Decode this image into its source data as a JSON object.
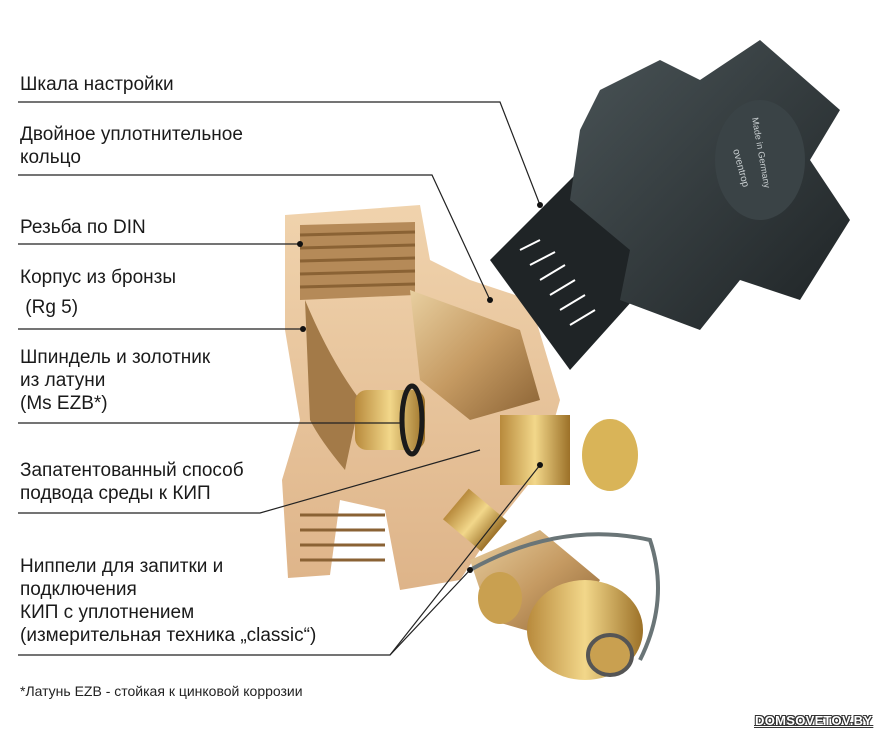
{
  "labels": {
    "scale": "Шкала настройки",
    "oring_1": "Двойное уплотнительное",
    "oring_2": "кольцо",
    "thread": "Резьба по DIN",
    "body_1": "Корпус из бронзы",
    "body_2": " (Rg 5)",
    "spindle_1": "Шпиндель и золотник",
    "spindle_2": "из латуни",
    "spindle_3": "(Ms EZB*)",
    "patent_1": "Запатентованный способ",
    "patent_2": "подвода среды к КИП",
    "nipple_1": "Ниппели для запитки и",
    "nipple_2": "подключения",
    "nipple_3": "КИП с уплотнением",
    "nipple_4": "(измерительная техника „classic“)"
  },
  "footnote": "*Латунь EZB - стойкая к цинковой коррозии",
  "watermark": "DOMSOVETOV.BY",
  "knob_brand": "oventrop",
  "knob_origin": "Made in Germany",
  "colors": {
    "bronze": "#c9a46e",
    "knob": "#2b3133",
    "leader": "#222222"
  }
}
